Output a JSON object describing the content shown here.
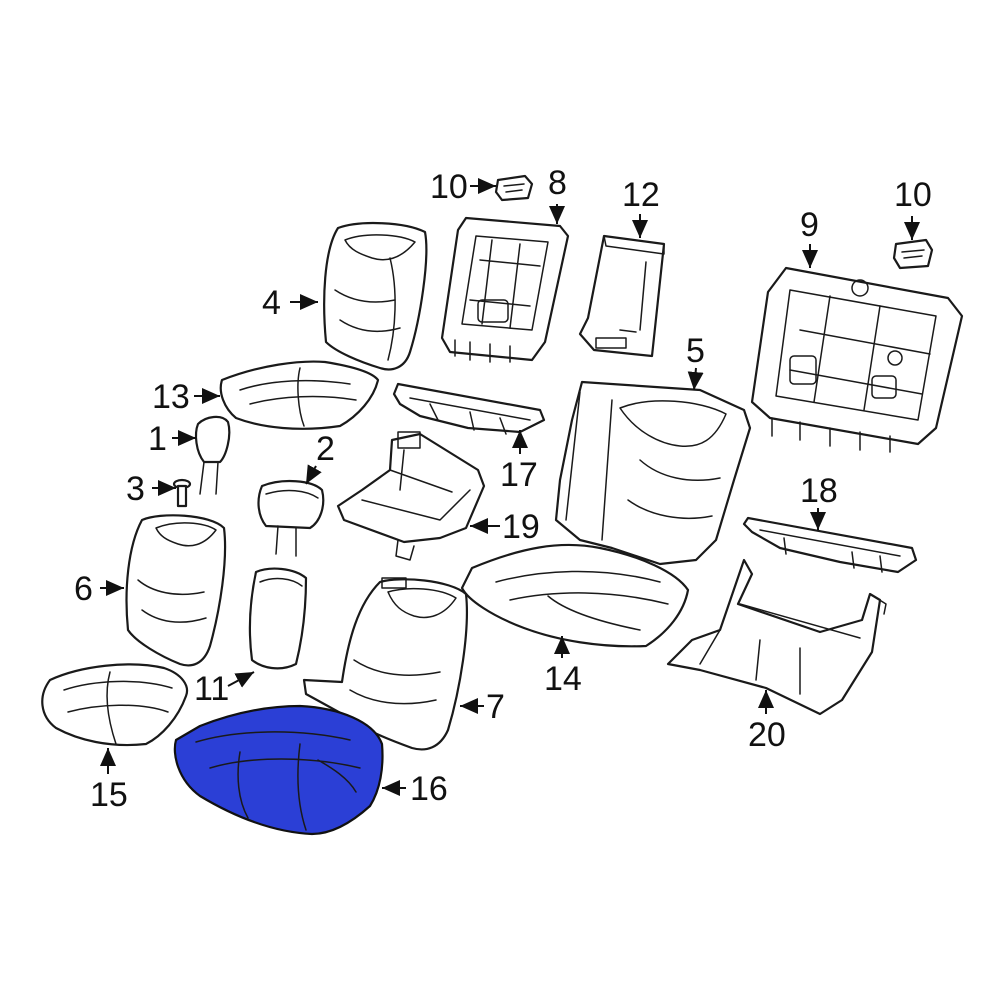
{
  "highlight_color": "#2b3fd6",
  "highlighted_part": "16",
  "callouts": {
    "c1": "1",
    "c2": "2",
    "c3": "3",
    "c4": "4",
    "c5": "5",
    "c6": "6",
    "c7": "7",
    "c8": "8",
    "c9": "9",
    "c10a": "10",
    "c10b": "10",
    "c11": "11",
    "c12": "12",
    "c13": "13",
    "c14": "14",
    "c15": "15",
    "c16": "16",
    "c17": "17",
    "c18": "18",
    "c19": "19",
    "c20": "20"
  }
}
